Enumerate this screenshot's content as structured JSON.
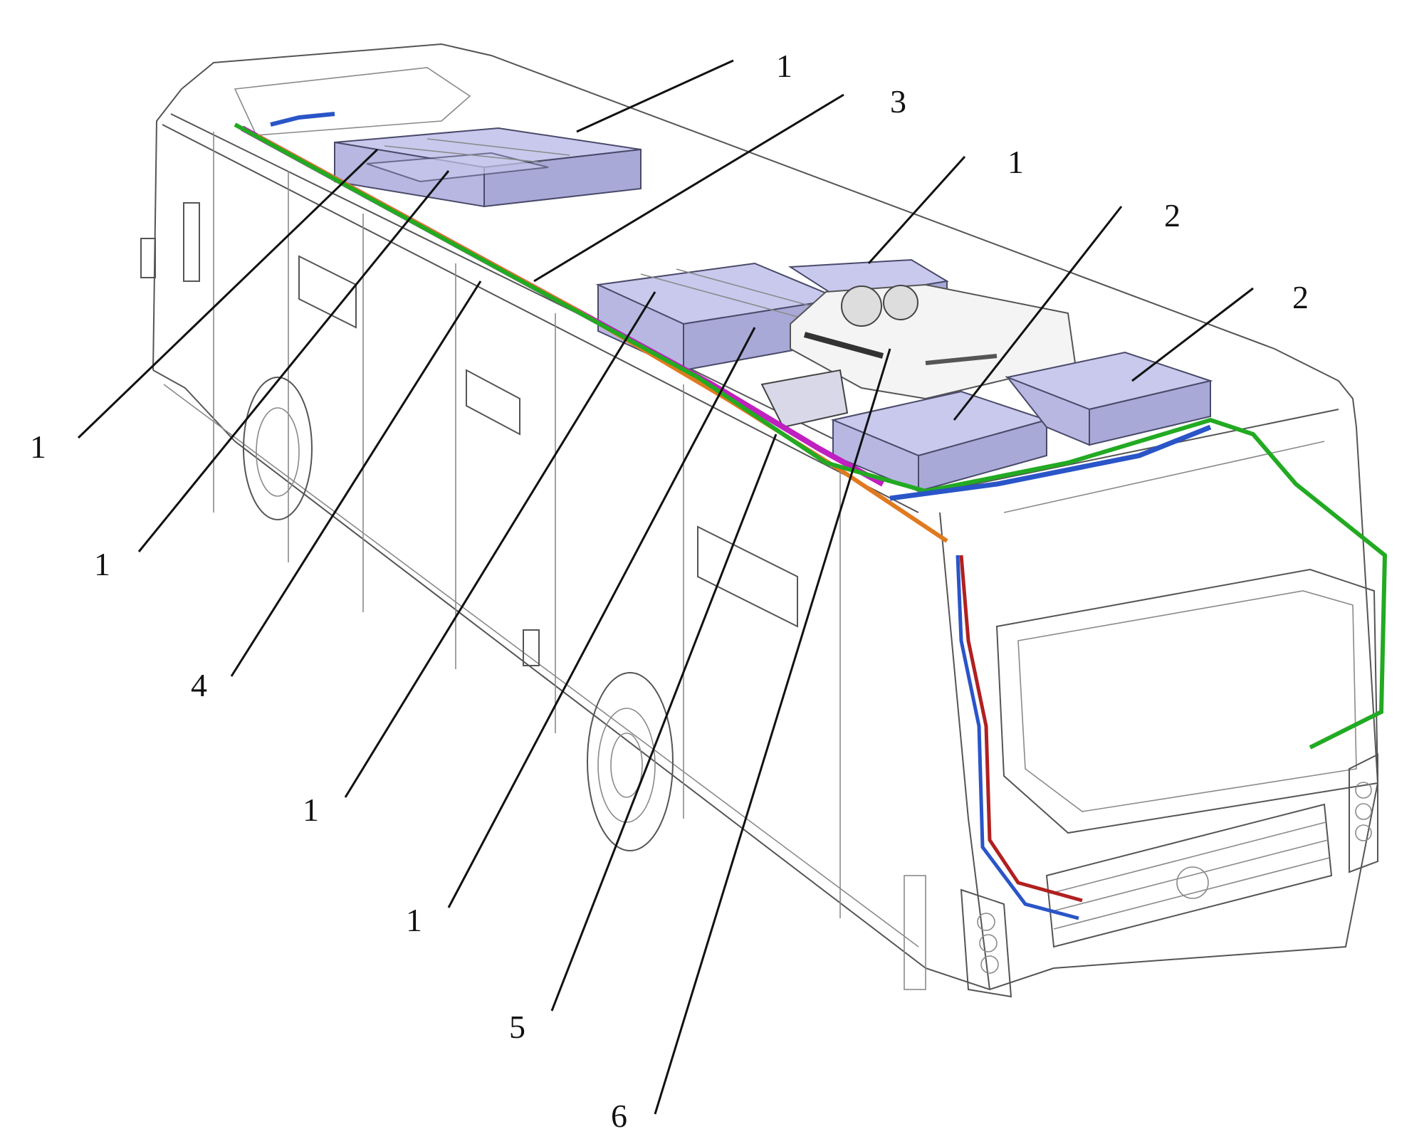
{
  "labels": [
    {
      "id": "label-1-a",
      "text": "1"
    },
    {
      "id": "label-3",
      "text": "3"
    },
    {
      "id": "label-1-b",
      "text": "1"
    },
    {
      "id": "label-2-a",
      "text": "2"
    },
    {
      "id": "label-2-b",
      "text": "2"
    },
    {
      "id": "label-1-c",
      "text": "1"
    },
    {
      "id": "label-1-d",
      "text": "1"
    },
    {
      "id": "label-4",
      "text": "4"
    },
    {
      "id": "label-1-e",
      "text": "1"
    },
    {
      "id": "label-1-f",
      "text": "1"
    },
    {
      "id": "label-5",
      "text": "5"
    },
    {
      "id": "label-6",
      "text": "6"
    }
  ],
  "colors": {
    "battery": "#c9c9ee",
    "harness_magenta": "#c020c0",
    "harness_orange": "#e07a20",
    "harness_green": "#22aa22",
    "harness_blue": "#2a55c8",
    "harness_red": "#b02020",
    "outline": "#555555"
  }
}
